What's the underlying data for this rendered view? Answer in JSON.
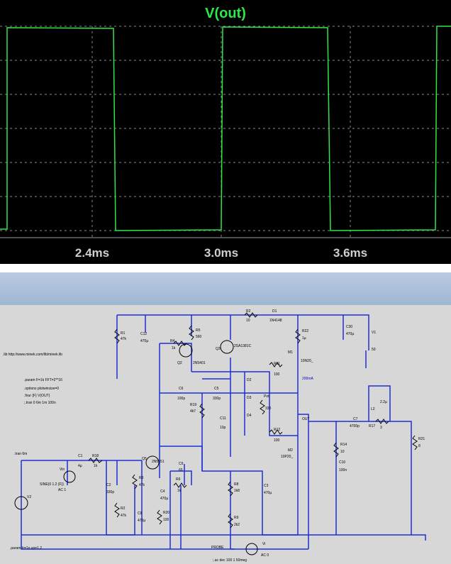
{
  "waveform": {
    "title": "V(out)",
    "trace_color": "#2ee64a",
    "x_ticks": [
      "2.4ms",
      "3.0ms",
      "3.6ms"
    ],
    "grid": true
  },
  "schematic": {
    "directives": {
      "lib": ".lib http://www.minek.com/lib/minek.lib",
      "param": ".param F=1k FFT=2**16",
      "options": ".options plotwinsize=0",
      "four": ".four {F} V(OUT)",
      "tran": ";.tran 0 6m 1m 100n",
      "tran2": ".tran 6m",
      "param2": ".param fr=1n vp=1.2",
      "ac": ";.ac dec 100 1 50meg"
    },
    "components": {
      "R1": "R1",
      "R1v": "47k",
      "C12": "C12",
      "C12v": "470µ",
      "R5": "R5",
      "R5v": "560",
      "R4": "R4",
      "R4v": "1k",
      "Q2": "Q2",
      "Q2m": "2N5401",
      "Q3": "Q3",
      "Q3m": "2SA1381C",
      "R2": "R2",
      "R2v": "10",
      "D1": "D1",
      "D1v": "1N4148",
      "R22": "R22",
      "R22v": "1µ",
      "C30": "C30",
      "C30v": "470µ",
      "V1": "V1",
      "V1v": "50",
      "M1": "M1",
      "M1m": "10N20_",
      "R11": "R11",
      "R11v": "100",
      "I_bias": "200mA",
      "C6": "C6",
      "C6v": "100p",
      "C5": "C5",
      "C5v": "330p",
      "D2": "D2",
      "D3": "D3",
      "D4": "D4",
      "Pot": "Pot",
      "Potv": "330",
      "R19": "R19",
      "R19v": "4k7",
      "C11": "C11",
      "C11v": "10p",
      "R12": "R12",
      "R12v": "100",
      "M2": "M2",
      "M2m": "10P20_",
      "OUT": "OUT",
      "C7": "C7",
      "C7v": "4700p",
      "R17": "R17",
      "R17v": "3",
      "L2": "L2",
      "L2v": "2.2µ",
      "R21": "R21",
      "R21v": "8",
      "R14": "R14",
      "R14v": "10",
      "C10": "C10",
      "C10v": "100n",
      "C1": "C1",
      "C1v": "4µ",
      "R18": "R18",
      "R18v": "1k",
      "Vin": "Vin",
      "Vinv": "SINE(0 1.2 {F})",
      "Vinac": "AC 1",
      "Q5": "Q5",
      "Q5m": "2N5551",
      "C9": "C9",
      "C9v": "65",
      "R6": "R6",
      "R6v": "1k",
      "C2": "C2",
      "C2v": "330p",
      "R3": "R3",
      "R3v": "47k",
      "C4": "C4",
      "C4v": "470µ",
      "R8": "R8",
      "R8v": "1k8",
      "C3": "C3",
      "C3v": "470µ",
      "R2b": "R2",
      "R2bv": "47k",
      "C8": "C8",
      "C8v": "470µ",
      "R20": "R20",
      "R20v": "100",
      "R9": "R9",
      "R9v": "2k2",
      "V2": "V2",
      "PROBE": "PROBE",
      "Vi": "Vi",
      "Viv": "AC 0"
    }
  }
}
